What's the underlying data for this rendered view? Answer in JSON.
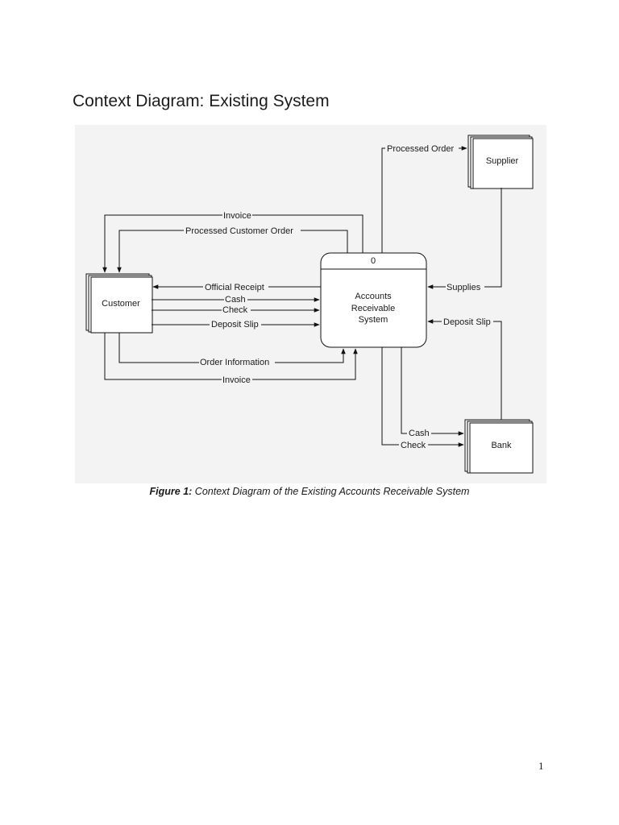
{
  "page": {
    "title": "Context Diagram: Existing System",
    "page_number": "1"
  },
  "figure": {
    "caption_lead": "Figure 1:",
    "caption_text": " Context Diagram of the Existing Accounts Receivable System"
  },
  "diagram": {
    "process": {
      "id": "0",
      "name_lines": [
        "Accounts",
        "Receivable",
        "System"
      ]
    },
    "entities": {
      "customer": "Customer",
      "supplier": "Supplier",
      "bank": "Bank"
    },
    "flows": {
      "processed_order": "Processed Order",
      "invoice_top": "Invoice",
      "processed_customer_order": "Processed Customer Order",
      "official_receipt": "Official Receipt",
      "cash_customer": "Cash",
      "check_customer": "Check",
      "deposit_slip_customer": "Deposit Slip",
      "supplies": "Supplies",
      "deposit_slip_bank": "Deposit Slip",
      "order_information": "Order Information",
      "invoice_bottom": "Invoice",
      "cash_bank": "Cash",
      "check_bank": "Check"
    }
  }
}
